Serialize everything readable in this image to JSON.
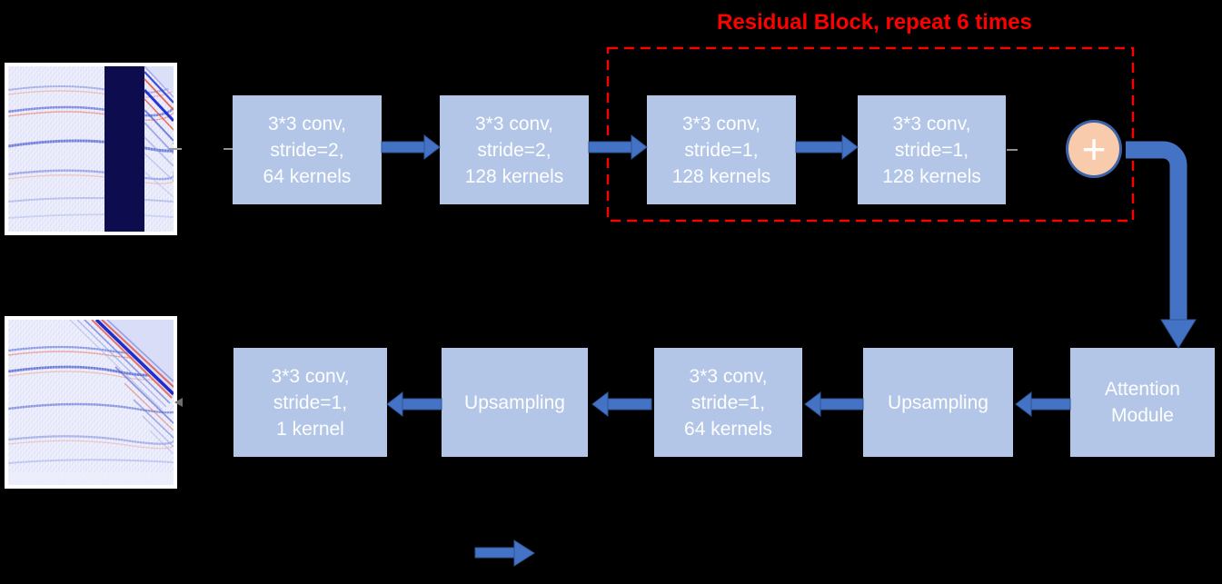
{
  "title": {
    "text": "Residual Block, repeat 6 times"
  },
  "plus": {
    "symbol": "+"
  },
  "boxes": {
    "conv64_s2": {
      "lines": [
        "3*3 conv,",
        "stride=2,",
        "64 kernels"
      ]
    },
    "conv128_s2": {
      "lines": [
        "3*3 conv,",
        "stride=2,",
        "128 kernels"
      ]
    },
    "conv128_s1_a": {
      "lines": [
        "3*3 conv,",
        "stride=1,",
        "128 kernels"
      ]
    },
    "conv128_s1_b": {
      "lines": [
        "3*3 conv,",
        "stride=1,",
        "128 kernels"
      ]
    },
    "conv1_s1": {
      "lines": [
        "3*3 conv,",
        "stride=1,",
        "1 kernel"
      ]
    },
    "upsampling_1": {
      "label": "Upsampling"
    },
    "conv64_s1": {
      "lines": [
        "3*3 conv,",
        "stride=1,",
        "64 kernels"
      ]
    },
    "upsampling_2": {
      "label": "Upsampling"
    },
    "attention": {
      "lines": [
        "Attention",
        "Module"
      ]
    }
  },
  "images": {
    "input_name": "input-seismic-with-masked-band",
    "output_name": "reconstructed-seismic-output"
  },
  "colors": {
    "background": "#000000",
    "box_fill": "#b4c6e7",
    "box_text": "#ffffff",
    "arrow": "#4472c4",
    "arrow_border": "#2f5597",
    "residual_dashed_border": "#ff0000",
    "title_text": "#ff0000",
    "plus_fill": "#f8cbad",
    "plus_border": "#3c63a8",
    "masked_band": "#0c0c4e"
  }
}
